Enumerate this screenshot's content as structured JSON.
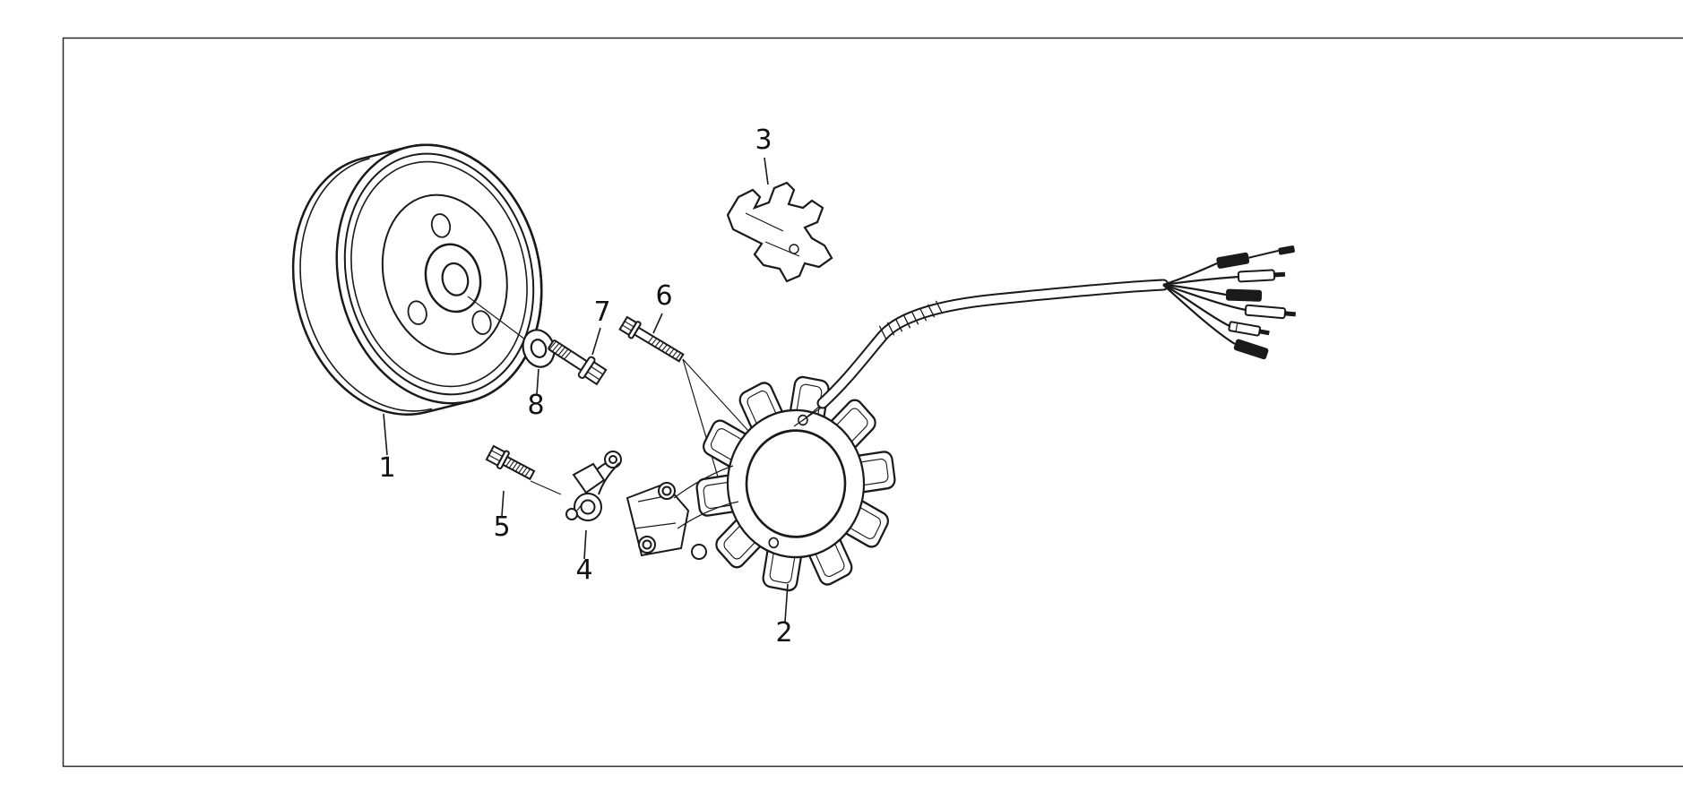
{
  "diagram": {
    "background_color": "#ffffff",
    "line_color": "#1a1a1a",
    "callouts": [
      {
        "label": "1"
      },
      {
        "label": "2"
      },
      {
        "label": "3"
      },
      {
        "label": "4"
      },
      {
        "label": "5"
      },
      {
        "label": "6"
      },
      {
        "label": "7"
      },
      {
        "label": "8"
      }
    ]
  }
}
